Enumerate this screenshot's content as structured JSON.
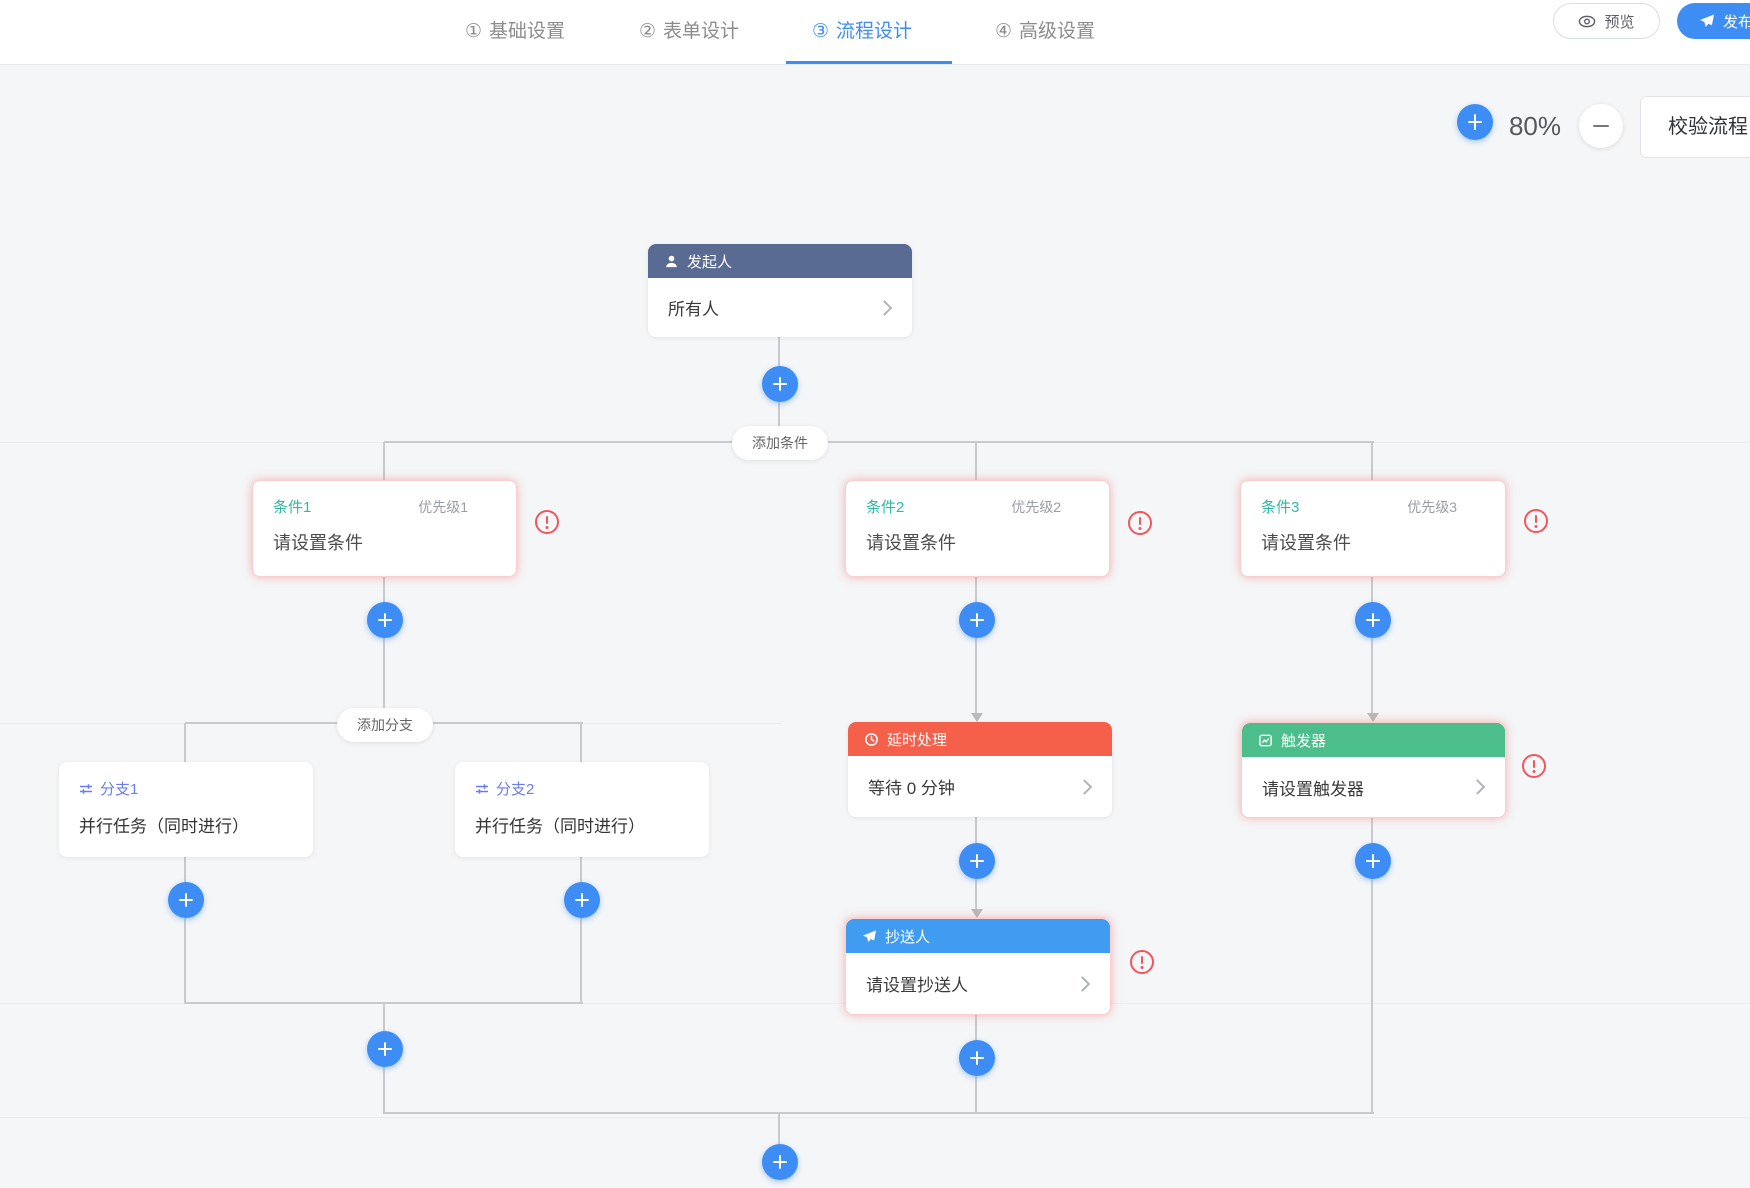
{
  "header": {
    "tabs": [
      {
        "num": "①",
        "label": "基础设置"
      },
      {
        "num": "②",
        "label": "表单设计"
      },
      {
        "num": "③",
        "label": "流程设计"
      },
      {
        "num": "④",
        "label": "高级设置"
      }
    ],
    "active_tab": "流程设计",
    "preview_label": "预览",
    "publish_label": "发布"
  },
  "toolbar": {
    "zoom_level": "80%",
    "validate_label": "校验流程"
  },
  "pills": {
    "add_condition": "添加条件",
    "add_branch": "添加分支"
  },
  "nodes": {
    "start": {
      "title": "发起人",
      "body": "所有人"
    },
    "cond1": {
      "name": "条件1",
      "priority": "优先级1",
      "body": "请设置条件"
    },
    "cond2": {
      "name": "条件2",
      "priority": "优先级2",
      "body": "请设置条件"
    },
    "cond3": {
      "name": "条件3",
      "priority": "优先级3",
      "body": "请设置条件"
    },
    "branch1": {
      "name": "分支1",
      "body": "并行任务（同时进行）"
    },
    "branch2": {
      "name": "分支2",
      "body": "并行任务（同时进行）"
    },
    "delay": {
      "title": "延时处理",
      "body": "等待 0 分钟"
    },
    "trigger": {
      "title": "触发器",
      "body": "请设置触发器"
    },
    "cc": {
      "title": "抄送人",
      "body": "请设置抄送人"
    }
  },
  "colors": {
    "accent_blue": "#3d8df5",
    "canvas_bg": "#f5f6f7",
    "start_header": "#5a6b93",
    "delay_header": "#f4604a",
    "trigger_header": "#4cbe8b",
    "cc_header": "#3f9cf1",
    "condition_name": "#2fb8a5",
    "branch_name": "#6a7cf5",
    "warning_red": "#f0565c",
    "connector_gray": "#c9cacd"
  }
}
